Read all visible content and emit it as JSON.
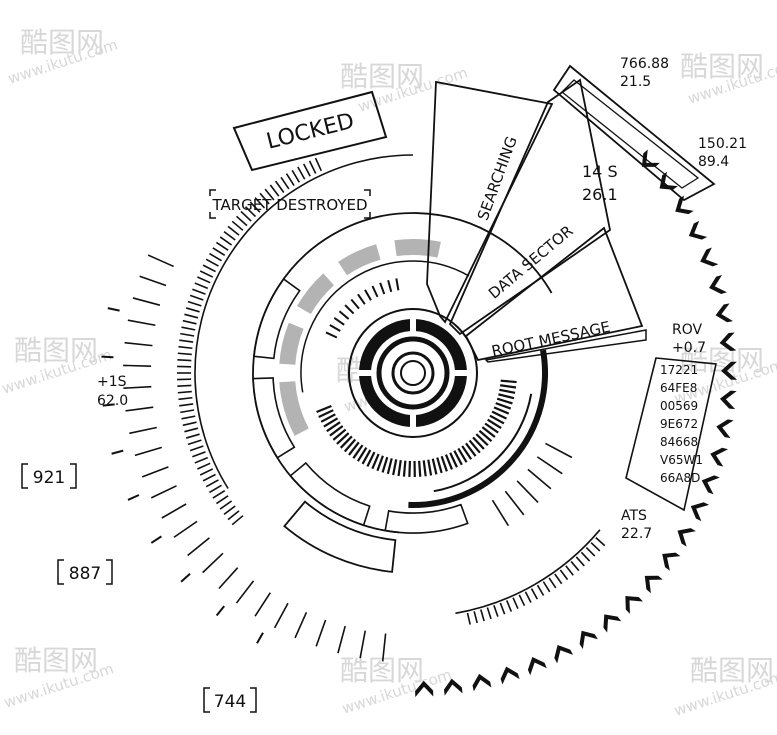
{
  "labels": {
    "locked": "LOCKED",
    "target_destroyed": "TARGET DESTROYED",
    "searching": "SEARCHING",
    "data_sector": "DATA SECTOR",
    "root_message": "ROOT MESSAGE"
  },
  "readouts": {
    "coord_a_1": "766.88",
    "coord_a_2": "21.5",
    "coord_b_1": "150.21",
    "coord_b_2": "89.4",
    "sector_time": "14 S",
    "sector_value": "26.1",
    "rov_label": "ROV",
    "rov_value": "+0.7",
    "ats_label": "ATS",
    "ats_value": "22.7",
    "left_label": "+1S",
    "left_value": "62.0"
  },
  "codes": [
    "17221",
    "64FE8",
    "00569",
    "9E672",
    "84668",
    "V65W1",
    "66A8D"
  ],
  "scale_values": {
    "v921": "921",
    "v887": "887",
    "v744": "744"
  },
  "watermark": {
    "brand": "酷图网",
    "url": "www.ikutu.com"
  },
  "colors": {
    "ink": "#111111",
    "gray_fill": "#b3b3b3",
    "watermark": "#d8d8d8"
  }
}
